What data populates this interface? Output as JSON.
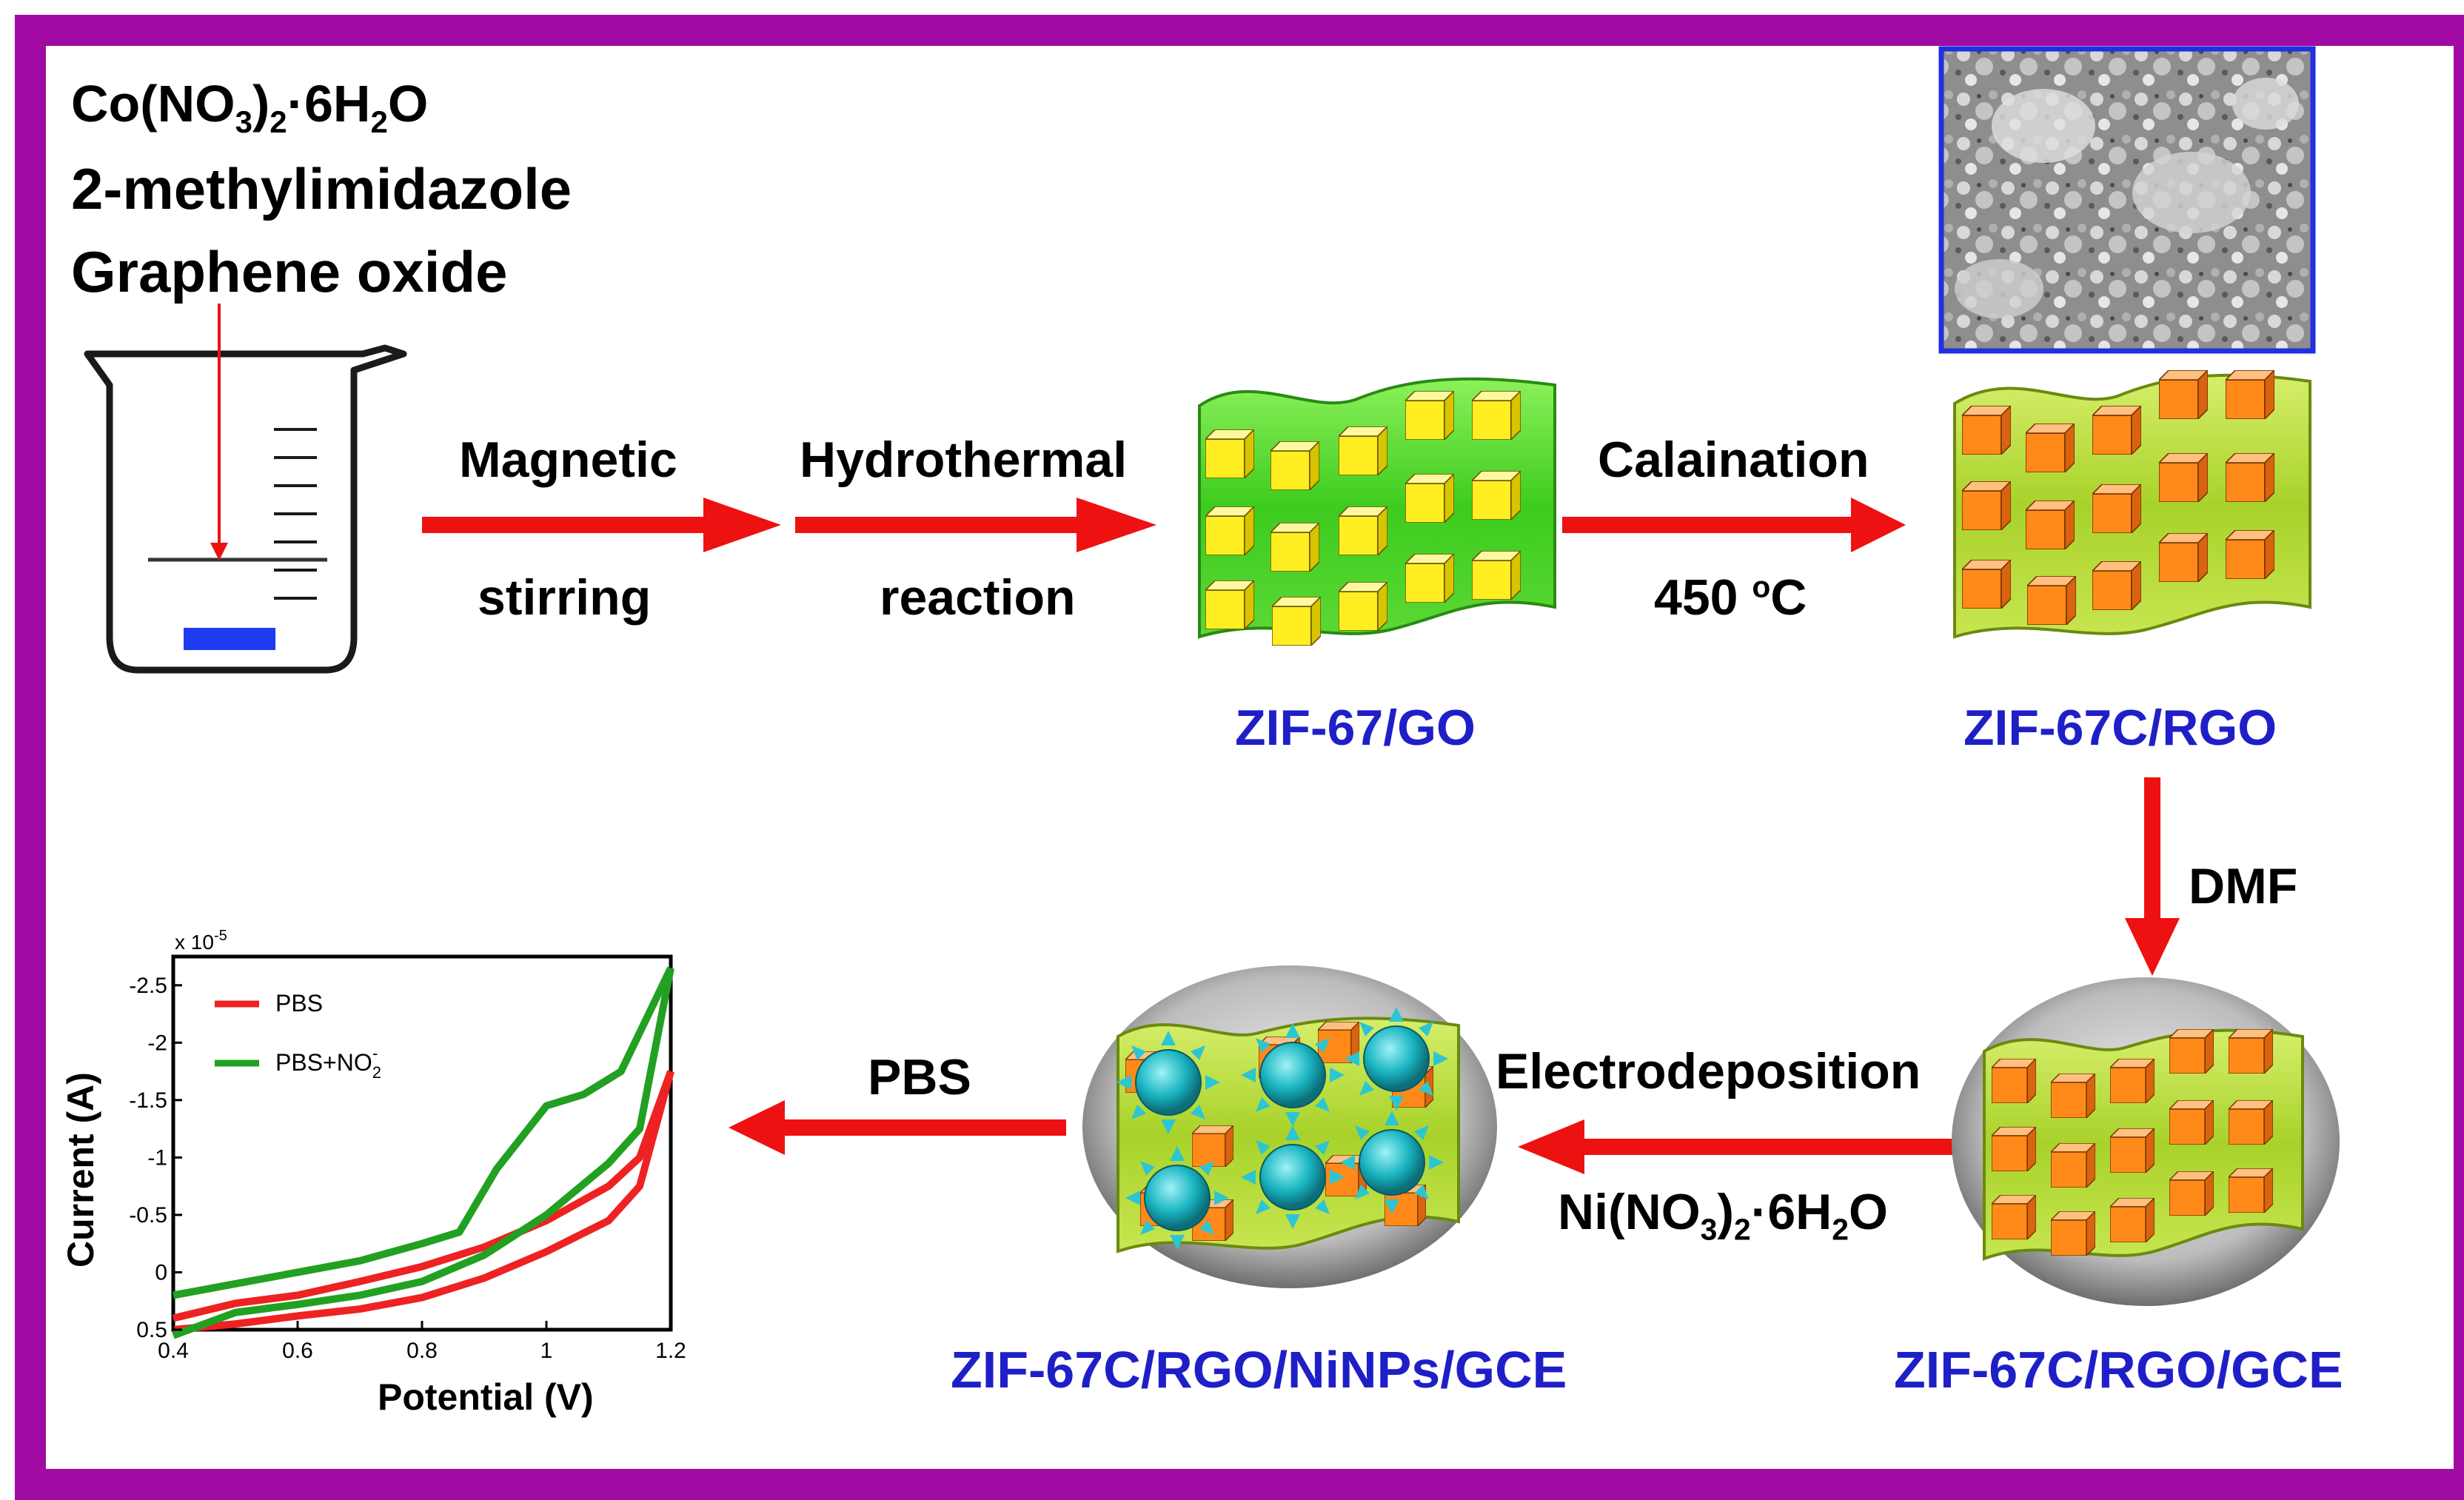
{
  "reagents": {
    "line1_pre": "Co(NO",
    "line1_sub1": "3",
    "line1_mid": ")",
    "line1_sub2": "2",
    "line1_post": "·6H",
    "line1_sub3": "2",
    "line1_end": "O",
    "line2": "2-methylimidazole",
    "line3": "Graphene oxide"
  },
  "steps": {
    "step1_top": "Magnetic",
    "step1_bottom": "stirring",
    "step2_top": "Hydrothermal",
    "step2_bottom": "reaction",
    "step3_top": "Calaination",
    "step3_temp": "450 ",
    "step3_deg": "o",
    "step3_unit": "C",
    "step4": "DMF",
    "step5_top": "Electrodeposition",
    "step5_pre": "Ni(NO",
    "step5_sub1": "3",
    "step5_mid": ")",
    "step5_sub2": "2",
    "step5_post": "·6H",
    "step5_sub3": "2",
    "step5_end": "O",
    "step6": "PBS"
  },
  "products": {
    "p1": "ZIF-67/GO",
    "p2": "ZIF-67C/RGO",
    "p3": "ZIF-67C/RGO/GCE",
    "p4": "ZIF-67C/RGO/NiNPs/GCE"
  },
  "chart_data": {
    "type": "line",
    "xlabel": "Potential (V)",
    "ylabel": "Current (A)",
    "y_multiplier": "x 10",
    "y_multiplier_exp": "-5",
    "xlim": [
      0.4,
      1.2
    ],
    "ylim": [
      0.5,
      -2.75
    ],
    "x_ticks": [
      "0.4",
      "0.6",
      "0.8",
      "1",
      "1.2"
    ],
    "y_ticks": [
      "-2.5",
      "-2",
      "-1.5",
      "-1",
      "-0.5",
      "0",
      "0.5"
    ],
    "legend": {
      "s1": "PBS",
      "s2_pre": "PBS+NO",
      "s2_sub": "2",
      "s2_sup": "-"
    },
    "series": [
      {
        "name": "PBS",
        "color": "#ee2222",
        "forward": [
          [
            0.4,
            0.4
          ],
          [
            0.5,
            0.27
          ],
          [
            0.6,
            0.2
          ],
          [
            0.7,
            0.08
          ],
          [
            0.8,
            -0.05
          ],
          [
            0.9,
            -0.22
          ],
          [
            1.0,
            -0.45
          ],
          [
            1.1,
            -0.75
          ],
          [
            1.15,
            -1.0
          ],
          [
            1.2,
            -1.75
          ]
        ],
        "reverse": [
          [
            1.2,
            -1.75
          ],
          [
            1.15,
            -0.75
          ],
          [
            1.1,
            -0.45
          ],
          [
            1.0,
            -0.18
          ],
          [
            0.9,
            0.05
          ],
          [
            0.8,
            0.22
          ],
          [
            0.7,
            0.32
          ],
          [
            0.6,
            0.38
          ],
          [
            0.5,
            0.45
          ],
          [
            0.4,
            0.5
          ]
        ]
      },
      {
        "name": "PBS+NO2-",
        "color": "#22a022",
        "forward": [
          [
            0.4,
            0.2
          ],
          [
            0.5,
            0.1
          ],
          [
            0.6,
            0.0
          ],
          [
            0.7,
            -0.1
          ],
          [
            0.8,
            -0.25
          ],
          [
            0.86,
            -0.35
          ],
          [
            0.92,
            -0.9
          ],
          [
            1.0,
            -1.45
          ],
          [
            1.06,
            -1.55
          ],
          [
            1.12,
            -1.75
          ],
          [
            1.2,
            -2.65
          ]
        ],
        "reverse": [
          [
            1.2,
            -2.65
          ],
          [
            1.15,
            -1.25
          ],
          [
            1.1,
            -0.95
          ],
          [
            1.0,
            -0.5
          ],
          [
            0.9,
            -0.15
          ],
          [
            0.8,
            0.08
          ],
          [
            0.7,
            0.2
          ],
          [
            0.6,
            0.28
          ],
          [
            0.5,
            0.35
          ],
          [
            0.4,
            0.55
          ]
        ]
      }
    ]
  },
  "colors": {
    "frame": "#a10aa3",
    "arrow": "#ee1111",
    "product_label": "#1f1fc8",
    "sheet_go": "#4fdc2a",
    "sheet_rgo": "#b8de3a",
    "cube_yellow": "#ffee22",
    "cube_orange": "#ff8a1a",
    "stir_bar": "#1d3cf0",
    "nanoparticle": "#1ab5c2"
  }
}
